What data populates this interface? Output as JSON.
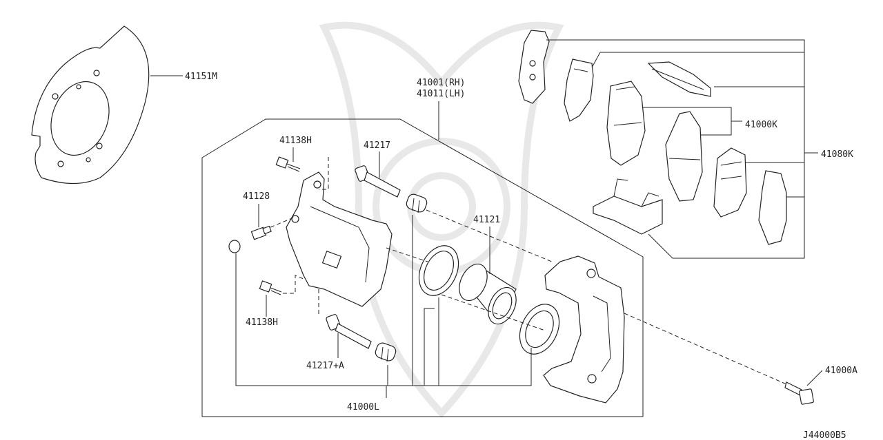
{
  "diagram_id": "J44000B5",
  "callouts": {
    "shield": "41151M",
    "caliper_assy_rh": "41001(RH)",
    "caliper_assy_lh": "41011(LH)",
    "pad_kit": "41000K",
    "hardware_kit": "41080K",
    "bolt_upper": "41138H",
    "pin_upper": "41217",
    "bleeder": "41128",
    "piston": "41121",
    "bolt_lower": "41138H",
    "pin_lower": "41217+A",
    "seal_kit": "41000L",
    "mount_bolt": "41000A"
  }
}
